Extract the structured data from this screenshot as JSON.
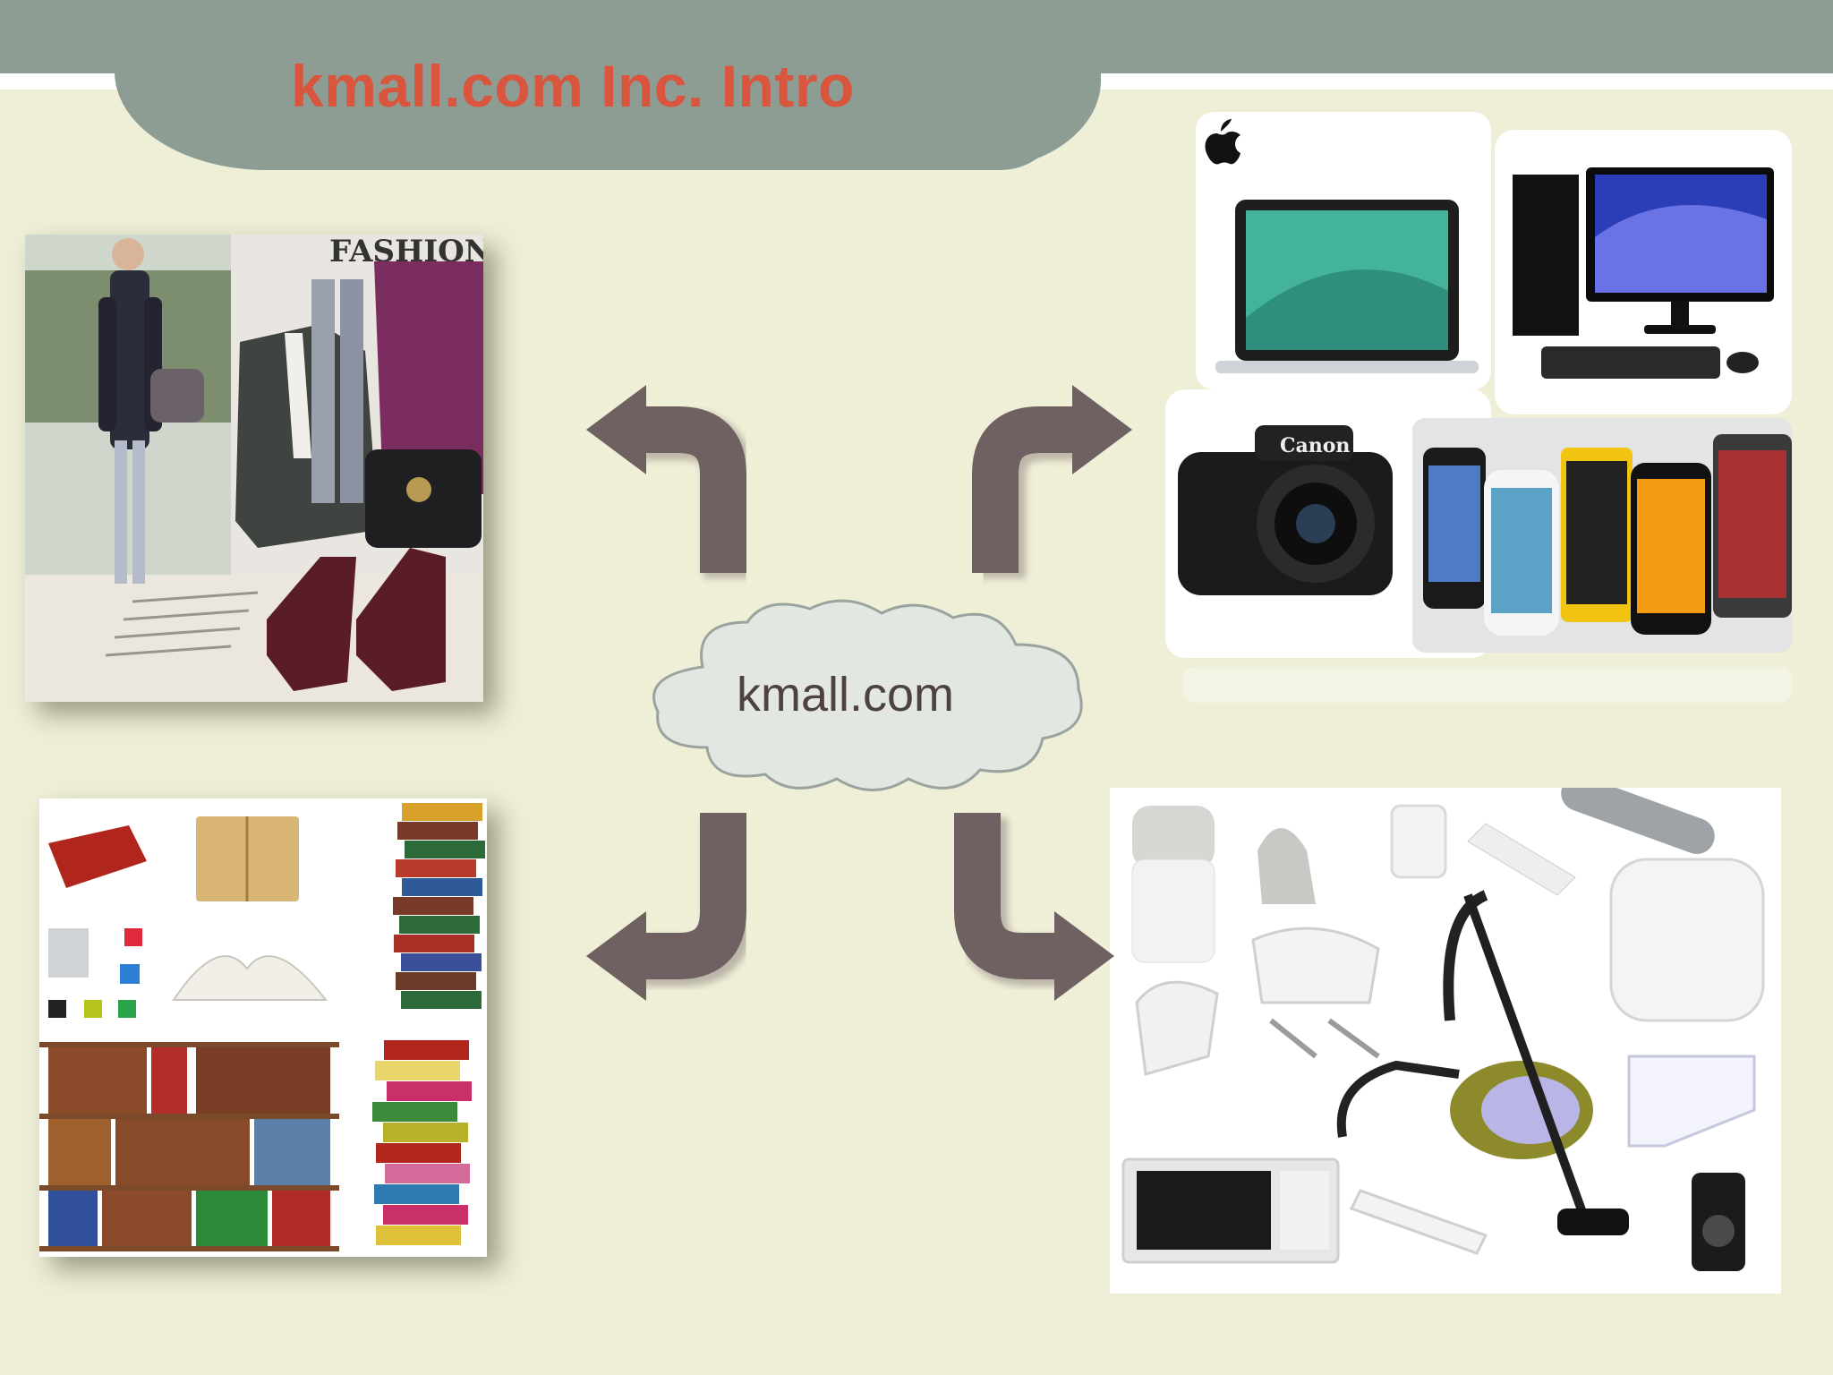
{
  "slide": {
    "title": "kmall.com Inc. Intro",
    "center_label": "kmall.com"
  },
  "images": {
    "fashion": {
      "sign_text": "FASHION"
    },
    "electronics": {
      "camera_brand": "Canon"
    }
  },
  "colors": {
    "background": "#efeed6",
    "header": "#8d9d94",
    "title": "#d9553d",
    "arrow": "#6f6062",
    "cloud_fill": "#e3e7e2",
    "cloud_stroke": "#9aa49e"
  }
}
